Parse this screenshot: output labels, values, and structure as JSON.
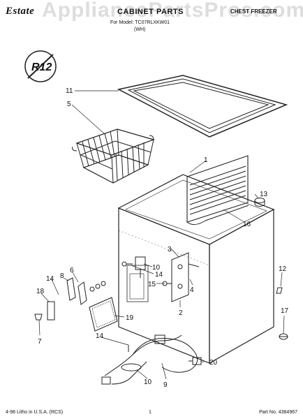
{
  "header": {
    "brand": "Estate",
    "title": "CABINET PARTS",
    "product": "CHEST FREEZER",
    "model_line": "For Model: TC07RLXKW01",
    "color_code": "(WH)"
  },
  "watermark": "AppliancePartsPros.com",
  "badge_text": "R12",
  "callouts": [
    "1",
    "2",
    "3",
    "4",
    "5",
    "6",
    "7",
    "8",
    "9",
    "10",
    "10",
    "11",
    "12",
    "13",
    "14",
    "14",
    "14",
    "15",
    "16",
    "17",
    "18",
    "19",
    "20"
  ],
  "footer": {
    "litho": "4-98 Litho in U.S.A. (RCS)",
    "page": "1",
    "part_no": "Part No. 4384967"
  }
}
